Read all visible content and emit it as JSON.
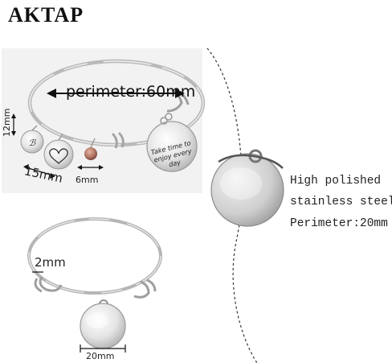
{
  "brand": "AKTAP",
  "dimensions": {
    "perimeter_large": "perimeter:60mm",
    "charm_a": "12mm",
    "charm_b": "15mm",
    "charm_c": "6mm",
    "wire": "2mm",
    "disc": "20mm"
  },
  "pendant": {
    "engraving": "Take time to enjoy every day"
  },
  "specs": {
    "line1": "High polished",
    "line2": "stainless steel",
    "line3": "Perimeter:20mm"
  }
}
